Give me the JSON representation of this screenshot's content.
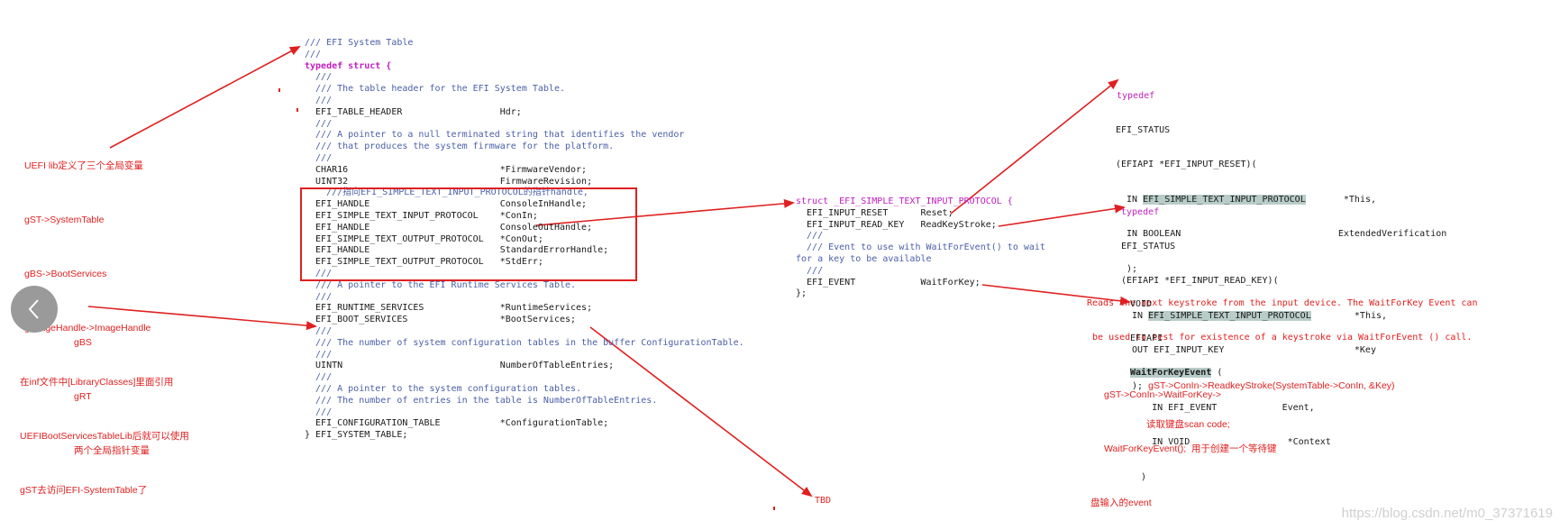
{
  "system_table": {
    "lines": [
      {
        "t": "/// EFI System Table",
        "c": "cm"
      },
      {
        "t": "///",
        "c": "cm"
      },
      {
        "t": "typedef struct {",
        "c": "kw"
      },
      {
        "t": "  ///",
        "c": "cm"
      },
      {
        "t": "  /// The table header for the EFI System Table.",
        "c": "cm"
      },
      {
        "t": "  ///",
        "c": "cm"
      },
      {
        "t": "  EFI_TABLE_HEADER                  Hdr;",
        "c": "black"
      },
      {
        "t": "  ///",
        "c": "cm"
      },
      {
        "t": "  /// A pointer to a null terminated string that identifies the vendor",
        "c": "cm"
      },
      {
        "t": "  /// that produces the system firmware for the platform.",
        "c": "cm"
      },
      {
        "t": "  ///",
        "c": "cm"
      },
      {
        "t": "  CHAR16                            *FirmwareVendor;",
        "c": "black"
      },
      {
        "t": "  UINT32                            FirmwareRevision;",
        "c": "black"
      },
      {
        "t": "    ///指向EFI_SIMPLE_TEXT_INPUT_PROTOCOL的指针handle,",
        "c": "cm"
      },
      {
        "t": "  EFI_HANDLE                        ConsoleInHandle;",
        "c": "black"
      },
      {
        "t": "  EFI_SIMPLE_TEXT_INPUT_PROTOCOL    *ConIn;",
        "c": "black"
      },
      {
        "t": "  EFI_HANDLE                        ConsoleOutHandle;",
        "c": "black"
      },
      {
        "t": "  EFI_SIMPLE_TEXT_OUTPUT_PROTOCOL   *ConOut;",
        "c": "black"
      },
      {
        "t": "  EFI_HANDLE                        StandardErrorHandle;",
        "c": "black"
      },
      {
        "t": "  EFI_SIMPLE_TEXT_OUTPUT_PROTOCOL   *StdErr;",
        "c": "black"
      },
      {
        "t": "  ///",
        "c": "cm"
      },
      {
        "t": "  /// A pointer to the EFI Runtime Services Table.",
        "c": "cm"
      },
      {
        "t": "  ///",
        "c": "cm"
      },
      {
        "t": "  EFI_RUNTIME_SERVICES              *RuntimeServices;",
        "c": "black"
      },
      {
        "t": "  EFI_BOOT_SERVICES                 *BootServices;",
        "c": "black"
      },
      {
        "t": "  ///",
        "c": "cm"
      },
      {
        "t": "  /// The number of system configuration tables in the buffer ConfigurationTable.",
        "c": "cm"
      },
      {
        "t": "  ///",
        "c": "cm"
      },
      {
        "t": "  UINTN                             NumberOfTableEntries;",
        "c": "black"
      },
      {
        "t": "  ///",
        "c": "cm"
      },
      {
        "t": "  /// A pointer to the system configuration tables.",
        "c": "cm"
      },
      {
        "t": "  /// The number of entries in the table is NumberOfTableEntries.",
        "c": "cm"
      },
      {
        "t": "  ///",
        "c": "cm"
      },
      {
        "t": "  EFI_CONFIGURATION_TABLE           *ConfigurationTable;",
        "c": "black"
      },
      {
        "t": "} EFI_SYSTEM_TABLE;",
        "c": "black"
      }
    ]
  },
  "left_notes": [
    "UEFI lib定义了三个全局变量",
    "gST->SystemTable",
    "gBS->BootServices",
    "gImageHandle->ImageHandle",
    "在inf文件中[LibraryClasses]里面引用",
    "UEFIBootServicesTableLib后就可以使用",
    "gST去访问EFI-SystemTable了"
  ],
  "global_notes": [
    "gBS",
    "gRT",
    "两个全局指针变量"
  ],
  "input_protocol": {
    "lines": [
      {
        "t": "struct _EFI_SIMPLE_TEXT_INPUT_PROTOCOL {",
        "c": "mix_struct"
      },
      {
        "t": "  EFI_INPUT_RESET      Reset;",
        "c": "black"
      },
      {
        "t": "  EFI_INPUT_READ_KEY   ReadKeyStroke;",
        "c": "black"
      },
      {
        "t": "  ///",
        "c": "cm"
      },
      {
        "t": "  /// Event to use with WaitForEvent() to wait",
        "c": "cm"
      },
      {
        "t": "for a key to be available",
        "c": "cm"
      },
      {
        "t": "  ///",
        "c": "cm"
      },
      {
        "t": "  EFI_EVENT            WaitForKey;",
        "c": "black"
      },
      {
        "t": "};",
        "c": "black"
      }
    ]
  },
  "reset_decl": {
    "typedef": "typedef",
    "status": "EFI_STATUS",
    "l1": "(EFIAPI *EFI_INPUT_RESET)(",
    "l2a": "  IN ",
    "l2b": "EFI_SIMPLE_TEXT_INPUT_PROTOCOL",
    "l2c": "       *This,",
    "l3": "  IN BOOLEAN                             ExtendedVerification",
    "l4": "  );",
    "desc1": "Reads the next keystroke from the input device. The WaitForKey Event can",
    "desc2": " be used to test for existence of a keystroke via WaitForEvent () call."
  },
  "readkey_decl": {
    "typedef": "typedef",
    "status": "EFI_STATUS",
    "l1": "(EFIAPI *EFI_INPUT_READ_KEY)(",
    "l2a": "  IN ",
    "l2b": "EFI_SIMPLE_TEXT_INPUT_PROTOCOL",
    "l2c": "        *This,",
    "l3": "  OUT EFI_INPUT_KEY                        *Key",
    "l4a": "  ); ",
    "l4b": "gST->ConIn->ReadkeyStroke(SystemTable->ConIn, &Key)",
    "note": "读取键盘scan code;"
  },
  "waitkey_decl": {
    "l1": "VOID",
    "l2": "EFIAPI",
    "l3": "WaitForKeyEvent",
    "l3b": " (",
    "l4": "    IN EFI_EVENT            Event,",
    "l5": "    IN VOID                  *Context",
    "l6": "  )"
  },
  "wait_notes": [
    "gST->ConIn->WaitForKey->",
    "WaitForKeyEvent();  用于创建一个等待键",
    "盘输入的event"
  ],
  "tbd": "TBD",
  "watermark": "https://blog.csdn.net/m0_37371619",
  "colors": {
    "accent": "#e02020",
    "code_comment": "#4a5fa8",
    "keyword": "#c020c0",
    "highlight": "#b8ccc8"
  },
  "icons": {
    "back": "chevron-left-icon"
  }
}
